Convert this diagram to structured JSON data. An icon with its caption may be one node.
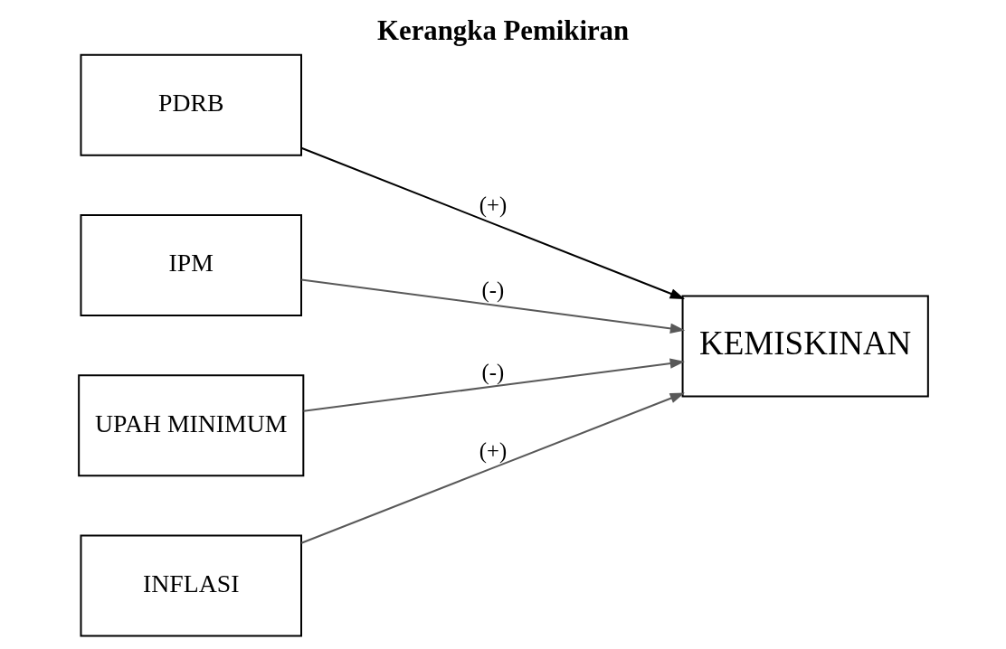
{
  "diagram": {
    "title": "Kerangka Pemikiran",
    "nodes": [
      {
        "text": [
          "PDRB"
        ]
      },
      {
        "text": [
          "IPM"
        ]
      },
      {
        "text": [
          "UPAH MINIMUM"
        ]
      },
      {
        "text": [
          "INFLASI"
        ]
      },
      {
        "text": [
          "KEMISKINAN"
        ]
      }
    ],
    "edges": [
      {
        "from": 0,
        "to": 4,
        "arrow": "to",
        "label": "(+)",
        "color": "#000000"
      },
      {
        "from": 1,
        "to": 4,
        "arrow": "to",
        "label": "(-)"
      },
      {
        "from": 2,
        "to": 4,
        "arrow": "to",
        "label": "(-)"
      },
      {
        "from": 3,
        "to": 4,
        "arrow": "to",
        "label": "(+)"
      }
    ]
  }
}
